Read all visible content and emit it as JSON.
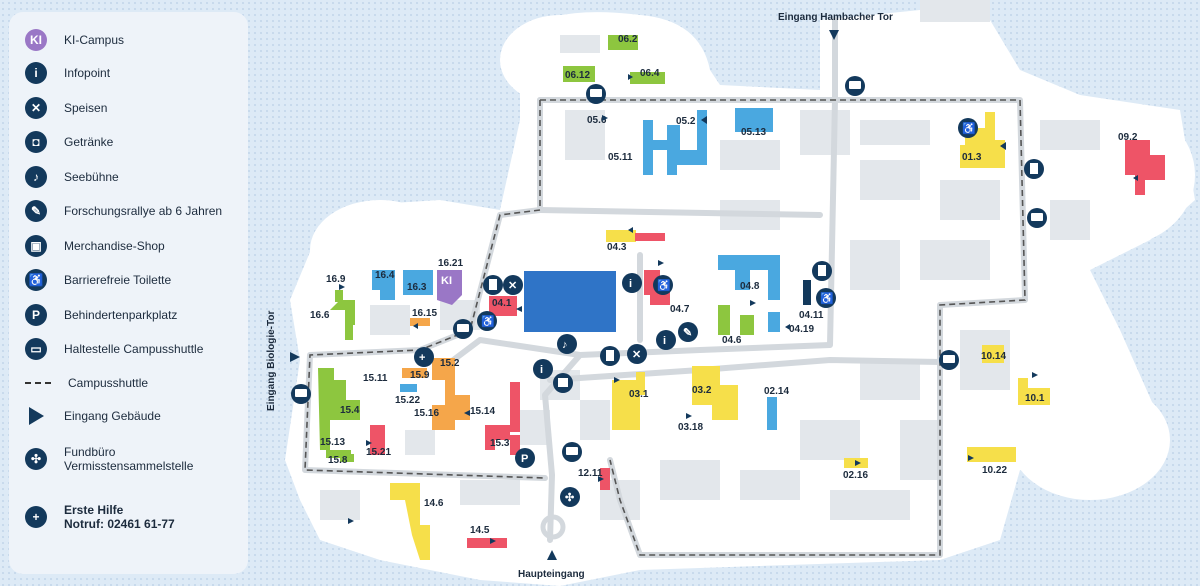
{
  "legend": {
    "items": [
      {
        "icon": "ki-campus-icon",
        "glyph": "KI",
        "label": "KI-Campus",
        "style": "ki"
      },
      {
        "icon": "info-icon",
        "glyph": "i",
        "label": "Infopoint"
      },
      {
        "icon": "food-icon",
        "glyph": "✕",
        "label": "Speisen"
      },
      {
        "icon": "drink-icon",
        "glyph": "◘",
        "label": "Getränke"
      },
      {
        "icon": "stage-icon",
        "glyph": "♪",
        "label": "Seebühne"
      },
      {
        "icon": "rally-icon",
        "glyph": "✎",
        "label": "Forschungsrallye ab 6 Jahren"
      },
      {
        "icon": "gift-icon",
        "glyph": "▣",
        "label": "Merchandise-Shop"
      },
      {
        "icon": "accessible-toilet-icon",
        "glyph": "♿",
        "label": "Barrierefreie Toilette"
      },
      {
        "icon": "disabled-parking-icon",
        "glyph": "P",
        "label": "Behindertenparkplatz"
      },
      {
        "icon": "bus-icon",
        "glyph": "▭",
        "label": "Haltestelle Campusshuttle"
      },
      {
        "icon": "dashed-line-icon",
        "glyph": "",
        "label": "Campusshuttle",
        "style": "dash"
      },
      {
        "icon": "entrance-triangle-icon",
        "glyph": "",
        "label": "Eingang Gebäude",
        "style": "tri"
      },
      {
        "icon": "lost-found-icon",
        "glyph": "✣",
        "label": "Fundbüro\nVermisstensammelstelle"
      },
      {
        "icon": "first-aid-icon",
        "glyph": "+",
        "label": "Erste Hilfe\nNotruf: 02461 61-77",
        "style": "bold"
      }
    ]
  },
  "gates": {
    "north": "Eingang Hambacher Tor",
    "west": "Eingang Biologie-Tor",
    "south": "Haupteingang"
  },
  "buildings": [
    {
      "id": "06.2",
      "color": "#8dc63f"
    },
    {
      "id": "06.12",
      "color": "#8dc63f"
    },
    {
      "id": "06.4",
      "color": "#8dc63f"
    },
    {
      "id": "05.6",
      "color": "#cfd4d9"
    },
    {
      "id": "05.2",
      "color": "#4aa8e0"
    },
    {
      "id": "05.11",
      "color": "#4aa8e0"
    },
    {
      "id": "05.13",
      "color": "#4aa8e0"
    },
    {
      "id": "01.3",
      "color": "#f6df4a"
    },
    {
      "id": "09.2",
      "color": "#ee5467"
    },
    {
      "id": "04.3",
      "color": "#f6df4a"
    },
    {
      "id": "04.1",
      "color": "#ee5467"
    },
    {
      "id": "04.7",
      "color": "#ee5467"
    },
    {
      "id": "04.8",
      "color": "#4aa8e0"
    },
    {
      "id": "04.11",
      "color": "#13395c"
    },
    {
      "id": "04.19",
      "color": "#f6df4a"
    },
    {
      "id": "04.6",
      "color": "#8dc63f"
    },
    {
      "id": "16.9",
      "color": "#8dc63f"
    },
    {
      "id": "16.4",
      "color": "#4aa8e0"
    },
    {
      "id": "16.3",
      "color": "#4aa8e0"
    },
    {
      "id": "16.21",
      "color": "#9a77c6"
    },
    {
      "id": "16.6",
      "color": "#8dc63f"
    },
    {
      "id": "16.15",
      "color": "#f5a64a"
    },
    {
      "id": "15.2",
      "color": "#f5a64a"
    },
    {
      "id": "15.9",
      "color": "#f5a64a"
    },
    {
      "id": "15.11",
      "color": "#8dc63f"
    },
    {
      "id": "15.22",
      "color": "#4aa8e0"
    },
    {
      "id": "15.4",
      "color": "#8dc63f"
    },
    {
      "id": "15.16",
      "color": "#f5a64a"
    },
    {
      "id": "15.14",
      "color": "#f5a64a"
    },
    {
      "id": "15.13",
      "color": "#8dc63f"
    },
    {
      "id": "15.8",
      "color": "#8dc63f"
    },
    {
      "id": "15.21",
      "color": "#ee5467"
    },
    {
      "id": "15.3",
      "color": "#ee5467"
    },
    {
      "id": "03.1",
      "color": "#f6df4a"
    },
    {
      "id": "03.2",
      "color": "#f6df4a"
    },
    {
      "id": "03.18",
      "color": "#f6df4a"
    },
    {
      "id": "02.14",
      "color": "#4aa8e0"
    },
    {
      "id": "10.14",
      "color": "#f6df4a"
    },
    {
      "id": "10.1",
      "color": "#f6df4a"
    },
    {
      "id": "02.16",
      "color": "#f6df4a"
    },
    {
      "id": "10.22",
      "color": "#f6df4a"
    },
    {
      "id": "12.11",
      "color": "#ee5467"
    },
    {
      "id": "14.6",
      "color": "#f6df4a"
    },
    {
      "id": "14.5",
      "color": "#ee5467"
    }
  ],
  "colors": {
    "water": "#ddeaf6",
    "land": "#ffffff",
    "road": "#d3d8dd",
    "building": "#e3e7eb",
    "icon": "#13395c",
    "lake": "#2f74c7"
  }
}
